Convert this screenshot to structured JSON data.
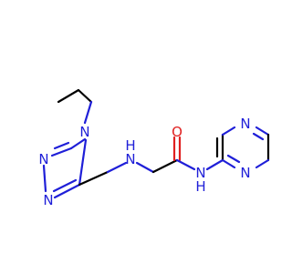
{
  "colors": {
    "carbon_bond": "#000000",
    "nitrogen": "#1f1fd8",
    "oxygen": "#e02020",
    "background": "#ffffff"
  },
  "atoms": {
    "n_triazole_4": "N",
    "n_triazole_1": "N",
    "n_triazole_2": "N",
    "n_amine": "N",
    "h_amine": "H",
    "o_carbonyl": "O",
    "n_amide": "N",
    "h_amide": "H",
    "n_pyrazine_top": "N",
    "n_pyrazine_bottom": "N"
  }
}
